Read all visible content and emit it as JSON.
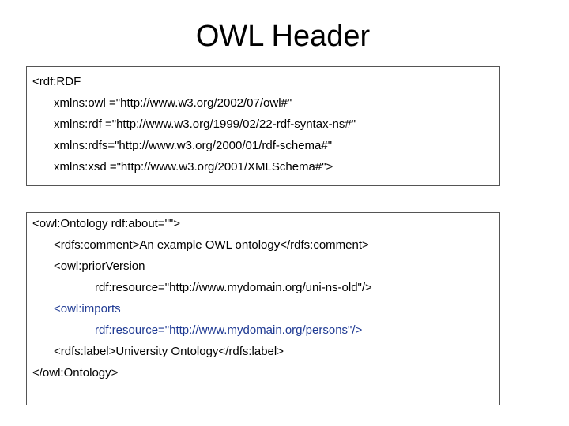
{
  "title": "OWL Header",
  "rdf_block": {
    "lines": [
      "<rdf:RDF",
      "xmlns:owl =\"http://www.w3.org/2002/07/owl#\"",
      "xmlns:rdf =\"http://www.w3.org/1999/02/22-rdf-syntax-ns#\"",
      "xmlns:rdfs=\"http://www.w3.org/2000/01/rdf-schema#\"",
      "xmlns:xsd =\"http://www.w3.org/2001/XMLSchema#\">"
    ]
  },
  "ontology_block": {
    "lines": [
      "<owl:Ontology rdf:about=\"\">",
      "<rdfs:comment>An example OWL ontology</rdfs:comment>",
      "<owl:priorVersion",
      "rdf:resource=\"http://www.mydomain.org/uni-ns-old\"/>",
      "<owl:imports",
      "rdf:resource=\"http://www.mydomain.org/persons\"/>",
      "<rdfs:label>University Ontology</rdfs:label>",
      "</owl:Ontology>"
    ]
  },
  "colors": {
    "text": "#000000",
    "highlight": "#1f3a93",
    "border": "#555555"
  }
}
